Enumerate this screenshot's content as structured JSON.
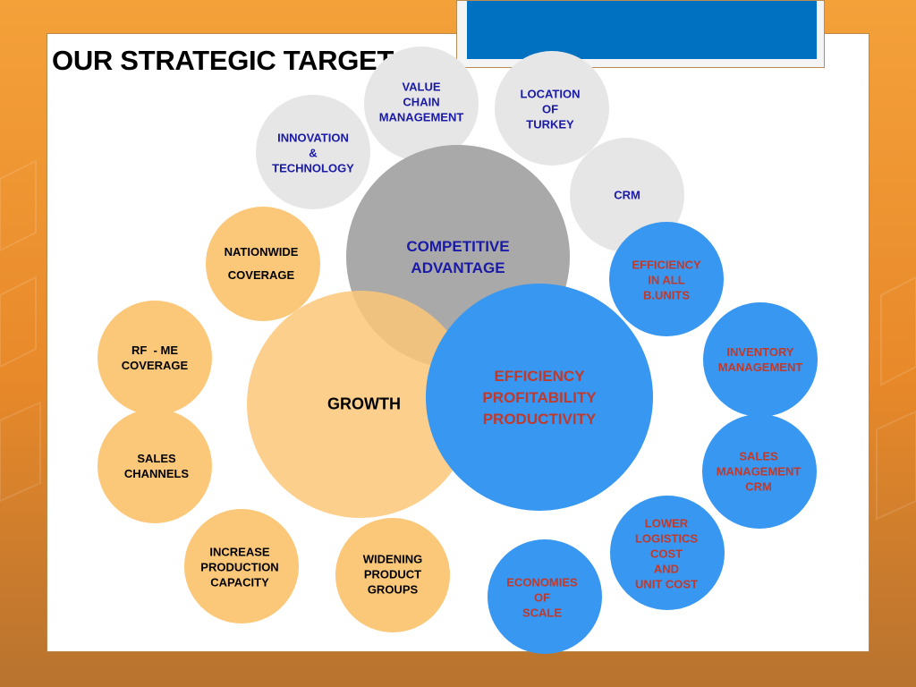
{
  "title": "OUR STRATEGIC TARGET",
  "colors": {
    "background": "#e8892a",
    "header_bar": "#0070c0",
    "grey_bubble": "#e6e6e6",
    "competitive_circle": "#a9a9a9",
    "orange_bubble": "#fbc779",
    "blue_bubble": "#3897f1",
    "navy_text": "#1a1aa6",
    "red_text": "#c0392b"
  },
  "center": {
    "competitive": [
      "COMPETITIVE",
      "ADVANTAGE"
    ],
    "growth": "GROWTH",
    "efficiency": [
      "EFFICIENCY",
      "PROFITABILITY",
      "PRODUCTIVITY"
    ]
  },
  "competitive_items": {
    "value_chain": [
      "VALUE",
      "CHAIN",
      "MANAGEMENT"
    ],
    "location": [
      "LOCATION",
      "OF",
      "TURKEY"
    ],
    "innovation": [
      "INNOVATION",
      "&",
      "TECHNOLOGY"
    ],
    "crm": "CRM"
  },
  "growth_items": {
    "nationwide": [
      "NATIONWIDE",
      "COVERAGE"
    ],
    "rf_me": [
      "RF  - ME",
      "COVERAGE"
    ],
    "sales_channels": [
      "SALES",
      "CHANNELS"
    ],
    "production": [
      "INCREASE",
      "PRODUCTION",
      "CAPACITY"
    ],
    "product_groups": [
      "WIDENING",
      "PRODUCT",
      "GROUPS"
    ]
  },
  "efficiency_items": {
    "all_units": [
      "EFFICIENCY",
      "IN ALL",
      "B.UNITS"
    ],
    "inventory": [
      "INVENTORY",
      "MANAGEMENT"
    ],
    "sales_mgmt": [
      "SALES",
      "MANAGEMENT",
      "CRM"
    ],
    "logistics": [
      "LOWER",
      "LOGISTICS",
      "COST",
      "AND",
      "UNIT COST"
    ],
    "scale": [
      "ECONOMIES",
      "OF",
      "SCALE"
    ]
  }
}
